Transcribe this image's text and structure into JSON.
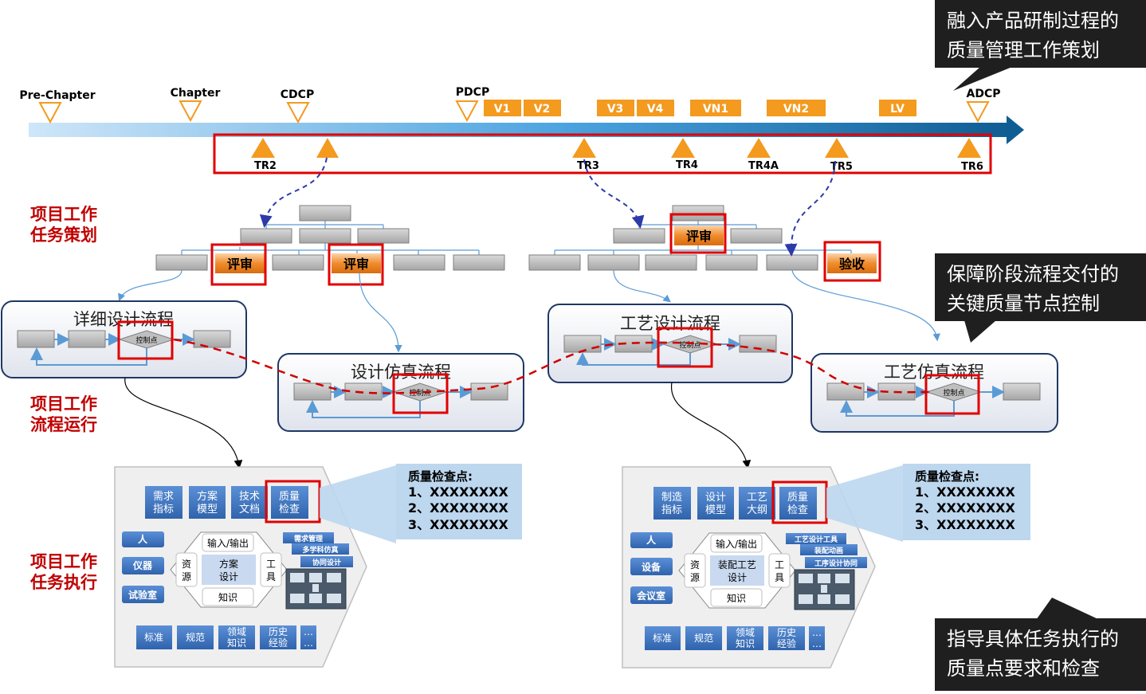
{
  "timeline": {
    "milestones": [
      "Pre-Chapter",
      "Chapter",
      "CDCP",
      "PDCP",
      "ADCP"
    ],
    "versions": [
      "V1",
      "V2",
      "V3",
      "V4",
      "VN1",
      "VN2",
      "LV"
    ],
    "reviews": [
      "TR2",
      "TR3",
      "TR4",
      "TR4A",
      "TR5",
      "TR6"
    ]
  },
  "callouts": [
    {
      "line1": "融入产品研制过程的",
      "line2": "质量管理工作策划"
    },
    {
      "line1": "保障阶段流程交付的",
      "line2": "关键质量节点控制"
    },
    {
      "line1": "指导具体任务执行的",
      "line2": "质量点要求和检查"
    }
  ],
  "sections": {
    "planning": {
      "line1": "项目工作",
      "line2": "任务策划"
    },
    "process": {
      "line1": "项目工作",
      "line2": "流程运行"
    },
    "execution": {
      "line1": "项目工作",
      "line2": "任务执行"
    }
  },
  "wbs": {
    "review": "评审",
    "acceptance": "验收"
  },
  "flows": {
    "detail_design": "详细设计流程",
    "design_sim": "设计仿真流程",
    "process_design": "工艺设计流程",
    "process_sim": "工艺仿真流程",
    "control_point": "控制点"
  },
  "exec_left": {
    "top": [
      {
        "line1": "需求",
        "line2": "指标"
      },
      {
        "line1": "方案",
        "line2": "模型"
      },
      {
        "line1": "技术",
        "line2": "文档"
      },
      {
        "line1": "质量",
        "line2": "检查"
      }
    ],
    "resources": [
      "人",
      "仪器",
      "试验室"
    ],
    "io": "输入/输出",
    "resource_label": {
      "line1": "资",
      "line2": "源"
    },
    "center": {
      "line1": "方案",
      "line2": "设计"
    },
    "tool_label": {
      "line1": "工",
      "line2": "具"
    },
    "knowledge": "知识",
    "tools": [
      "需求管理",
      "多学科仿真",
      "协同设计"
    ],
    "bottom": [
      {
        "line1": "标准",
        "line2": ""
      },
      {
        "line1": "规范",
        "line2": ""
      },
      {
        "line1": "领域",
        "line2": "知识"
      },
      {
        "line1": "历史",
        "line2": "经验"
      },
      {
        "line1": "…",
        "line2": "…"
      }
    ],
    "checkpoint": {
      "title": "质量检查点:",
      "items": [
        "1、XXXXXXXX",
        "2、XXXXXXXX",
        "3、XXXXXXXX"
      ]
    }
  },
  "exec_right": {
    "top": [
      {
        "line1": "制造",
        "line2": "指标"
      },
      {
        "line1": "设计",
        "line2": "模型"
      },
      {
        "line1": "工艺",
        "line2": "大纲"
      },
      {
        "line1": "质量",
        "line2": "检查"
      }
    ],
    "resources": [
      "人",
      "设备",
      "会议室"
    ],
    "io": "输入/输出",
    "resource_label": {
      "line1": "资",
      "line2": "源"
    },
    "center": {
      "line1": "装配工艺",
      "line2": "设计"
    },
    "tool_label": {
      "line1": "工",
      "line2": "具"
    },
    "knowledge": "知识",
    "tools": [
      "工艺设计工具",
      "装配动画",
      "工序设计协同"
    ],
    "bottom": [
      {
        "line1": "标准",
        "line2": ""
      },
      {
        "line1": "规范",
        "line2": ""
      },
      {
        "line1": "领域",
        "line2": "知识"
      },
      {
        "line1": "历史",
        "line2": "经验"
      },
      {
        "line1": "…",
        "line2": "…"
      }
    ],
    "checkpoint": {
      "title": "质量检查点:",
      "items": [
        "1、XXXXXXXX",
        "2、XXXXXXXX",
        "3、XXXXXXXX"
      ]
    }
  }
}
